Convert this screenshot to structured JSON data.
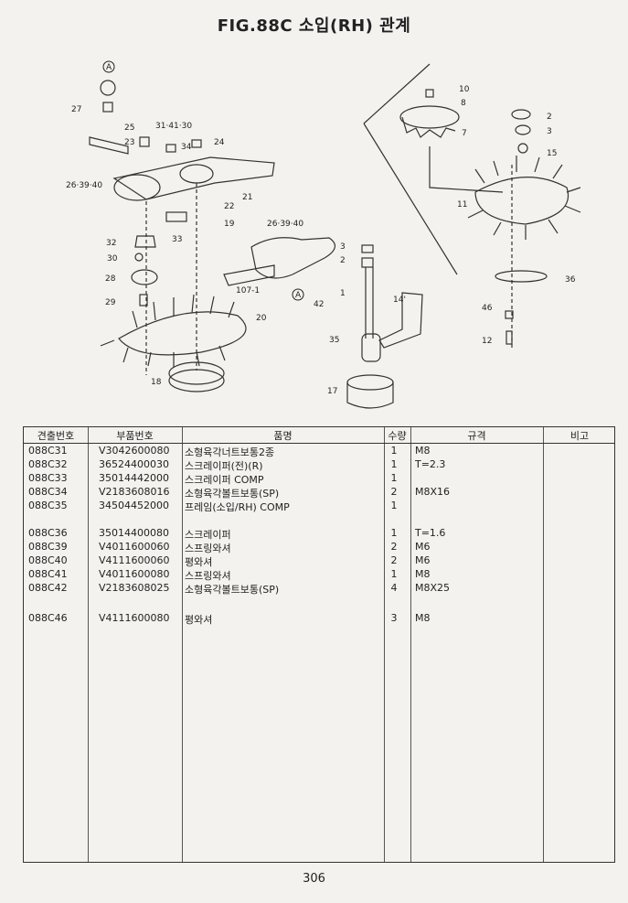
{
  "title": "FIG.88C 소입(RH) 관계",
  "table": {
    "headers": [
      "견출번호",
      "부품번호",
      "품명",
      "수량",
      "규격",
      "비고"
    ],
    "rows": [
      {
        "no": "088C31",
        "part": "V3042600080",
        "name": "소형육각너트보통2종",
        "qty": "1",
        "spec": "M8"
      },
      {
        "no": "088C32",
        "part": "36524400030",
        "name": "스크레이퍼(전)(R)",
        "qty": "1",
        "spec": "T=2.3"
      },
      {
        "no": "088C33",
        "part": "35014442000",
        "name": "스크레이퍼 COMP",
        "qty": "1",
        "spec": ""
      },
      {
        "no": "088C34",
        "part": "V2183608016",
        "name": "소형육각볼트보통(SP)",
        "qty": "2",
        "spec": "M8X16"
      },
      {
        "no": "088C35",
        "part": "34504452000",
        "name": "프레임(소입/RH) COMP",
        "qty": "1",
        "spec": ""
      },
      {
        "no": "088C36",
        "part": "35014400080",
        "name": "스크레이퍼",
        "qty": "1",
        "spec": "T=1.6"
      },
      {
        "no": "088C39",
        "part": "V4011600060",
        "name": "스프링와셔",
        "qty": "2",
        "spec": "M6"
      },
      {
        "no": "088C40",
        "part": "V4111600060",
        "name": "평와셔",
        "qty": "2",
        "spec": "M6"
      },
      {
        "no": "088C41",
        "part": "V4011600080",
        "name": "스프링와셔",
        "qty": "1",
        "spec": "M8"
      },
      {
        "no": "088C42",
        "part": "V2183608025",
        "name": "소형육각볼트보통(SP)",
        "qty": "4",
        "spec": "M8X25"
      },
      {
        "no": "088C46",
        "part": "V4111600080",
        "name": "평와셔",
        "qty": "3",
        "spec": "M8"
      }
    ]
  },
  "diagram_labels": {
    "l27": "27",
    "l25": "25",
    "l23": "23",
    "l313": "31·41·30",
    "l34": "34",
    "l24": "24",
    "l26a": "26·39·40",
    "l21": "21",
    "l22": "22",
    "l19": "19",
    "l33": "33",
    "l32": "32",
    "l30": "30",
    "l28": "28",
    "l29": "29",
    "l20": "20",
    "l18": "18",
    "l26b": "26·39·40",
    "l3a": "3",
    "l2a": "2",
    "l1": "1",
    "l107": "107-1",
    "l42": "42",
    "l14": "14'",
    "l35": "35",
    "l17": "17",
    "l10": "10",
    "l8": "8",
    "l7": "7",
    "l2b": "2",
    "l3b": "3",
    "l15": "15",
    "l11": "11",
    "l36": "36",
    "l46": "46",
    "l12": "12",
    "circleA1": "A",
    "circleA2": "A"
  },
  "page_number": "306"
}
